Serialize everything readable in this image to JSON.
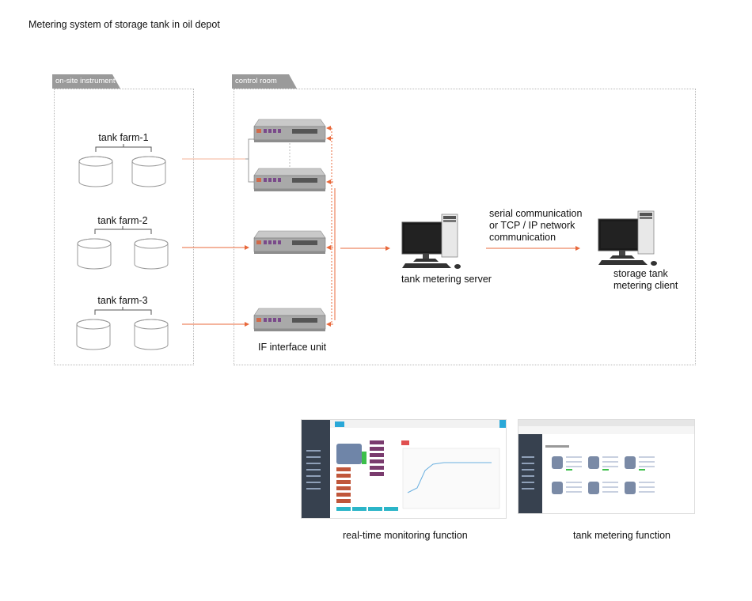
{
  "title": "Metering system of storage tank in oil depot",
  "zones": {
    "onsite": "on-site  instrument",
    "control": "control room"
  },
  "tank_farms": [
    "tank farm-1",
    "tank farm-2",
    "tank farm-3"
  ],
  "labels": {
    "if_unit": "IF interface unit",
    "server": "tank metering server",
    "comm_lines": [
      "serial communication",
      "or TCP / IP network",
      "communication"
    ],
    "client_lines": [
      "storage tank",
      "metering client"
    ]
  },
  "screenshots": {
    "realtime_caption": "real-time monitoring function",
    "metering_caption": "tank metering function"
  },
  "colors": {
    "arrow": "#e8683b",
    "tab": "#9a9a9a",
    "sidebar": "#37414f"
  }
}
